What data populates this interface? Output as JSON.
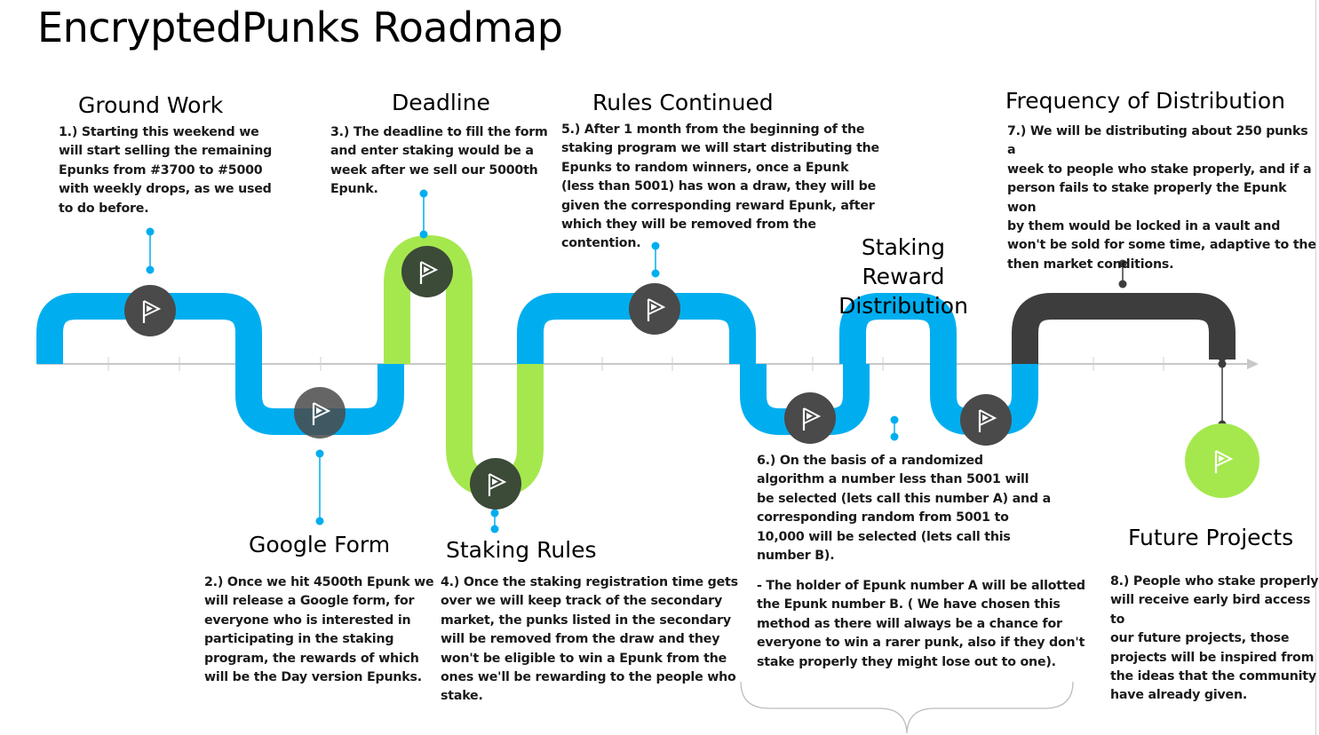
{
  "page_title": "EncryptedPunks Roadmap",
  "colors": {
    "blue": "#00aeef",
    "green": "#a5e84e",
    "dark": "#3d3d3d",
    "flag_circle": "#4a4a4a",
    "axis": "#c8c8c8"
  },
  "icons": {
    "milestone": "flag-icon",
    "brace": "curly-brace-icon"
  },
  "stages": [
    {
      "title": "Ground Work",
      "description": "1.) Starting this weekend we\nwill start selling the remaining\nEpunks from #3700 to #5000\nwith weekly drops, as we used\nto do before."
    },
    {
      "title": "Google Form",
      "description": "2.) Once we hit 4500th Epunk we\nwill release a Google form, for\neveryone who is interested in\nparticipating in the staking\nprogram, the rewards of which\nwill be the Day version Epunks."
    },
    {
      "title": "Deadline",
      "description": "3.) The deadline to fill the form\nand enter staking would be a\nweek after we sell our 5000th\nEpunk."
    },
    {
      "title": "Staking Rules",
      "description": "4.) Once the staking registration time gets\nover we will keep track of the secondary\nmarket, the punks listed in the secondary\nwill be removed from the draw and they\nwon't be eligible to win a Epunk from the\nones we'll be rewarding to the people who\nstake."
    },
    {
      "title": "Rules Continued",
      "description": "5.) After 1 month from the beginning of the\nstaking program we will start distributing the\nEpunks to random winners, once a Epunk\n(less than 5001) has won a draw, they will be\ngiven the corresponding reward Epunk, after\nwhich they will be removed from the\ncontention."
    },
    {
      "title": "Staking Reward\nDistribution",
      "description": "6.) On the basis of a randomized\nalgorithm a number less than 5001 will\nbe selected (lets call this number A) and a\ncorresponding random from 5001 to\n10,000 will be selected (lets call this\nnumber B).",
      "note": "- The holder of Epunk number A will be allotted\nthe Epunk number B. ( We have chosen this\nmethod as there will always be a chance for\neveryone to win a rarer punk, also if they don't\nstake properly they might lose out to one)."
    },
    {
      "title": "Frequency of Distribution",
      "description": "7.) We will be distributing about 250 punks a\nweek to people who stake properly, and if a\nperson fails to stake properly the Epunk won\nby them would be locked in a vault and\nwon't be sold for some time, adaptive to the\nthen market conditions."
    },
    {
      "title": "Future Projects",
      "description": "8.) People who stake properly\nwill receive early bird access to\nour future projects, those\nprojects will be inspired from\nthe ideas that the community\nhave already given."
    }
  ]
}
